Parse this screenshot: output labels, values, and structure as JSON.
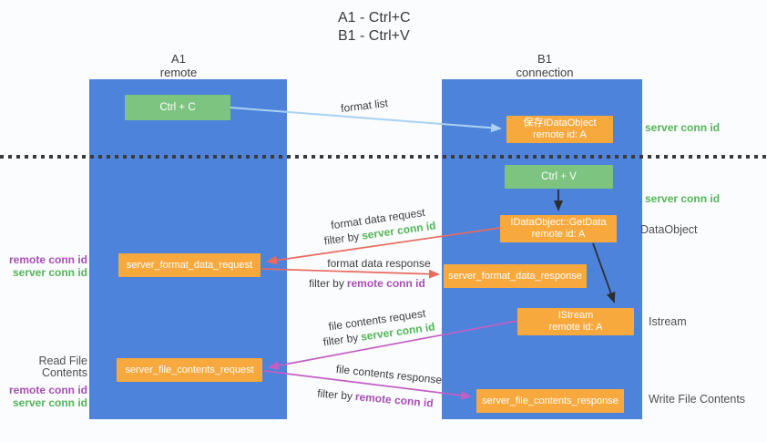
{
  "title": {
    "line1": "A1 - Ctrl+C",
    "line2": "B1 - Ctrl+V"
  },
  "lanes": {
    "a1": {
      "name": "A1",
      "subtitle": "remote"
    },
    "b1": {
      "name": "B1",
      "subtitle": "connection"
    }
  },
  "nodes": {
    "ctrl_c": {
      "label": "Ctrl + C"
    },
    "ctrl_v": {
      "label": "Ctrl + V"
    },
    "save_idataobject": {
      "line1": "保存IDataObject",
      "line2": "remote id: A"
    },
    "idataobject_getdata": {
      "line1": "IDataObject::GetData",
      "line2": "remote id: A"
    },
    "istream": {
      "line1": "IStream",
      "line2": "remote id: A"
    },
    "server_format_data_request": {
      "label": "server_format_data_request"
    },
    "server_format_data_response": {
      "label": "server_format_data_response"
    },
    "server_file_contents_request": {
      "label": "server_file_contents_request"
    },
    "server_file_contents_response": {
      "label": "server_file_contents_response"
    }
  },
  "flow_labels": {
    "format_list": "format list",
    "format_request": {
      "title": "format data request",
      "filter_prefix": "filter by",
      "filter_key": "server conn id"
    },
    "format_response": {
      "title": "format data response",
      "filter_prefix": "filter by",
      "filter_key": "remote conn id"
    },
    "file_request": {
      "title": "file contents request",
      "filter_prefix": "filter by",
      "filter_key": "server conn id"
    },
    "file_response": {
      "title": "file contents response",
      "filter_prefix": "filter by",
      "filter_key": "remote conn id"
    }
  },
  "annotations": {
    "server_conn_id_top": "server conn id",
    "server_conn_id_mid": "server conn id",
    "dataobject": "DataObject",
    "istream": "Istream",
    "write_file_contents": "Write File Contents",
    "read_file_contents": "Read File Contents",
    "format_remote_conn_id": "remote conn id",
    "format_server_conn_id": "server conn id",
    "file_remote_conn_id": "remote conn id",
    "file_server_conn_id": "server conn id"
  },
  "colors": {
    "lane_blue": "#4d83da",
    "node_green": "#7cc47f",
    "node_orange": "#f8a93e",
    "conn_green": "#53b556",
    "conn_purple": "#a74fb3",
    "arrow_red": "#e96a5f",
    "arrow_magenta": "#c35fc4",
    "arrow_lightblue": "#a9d2f3",
    "arrow_black": "#2e2e2e",
    "divider": "#3a3a3a"
  }
}
